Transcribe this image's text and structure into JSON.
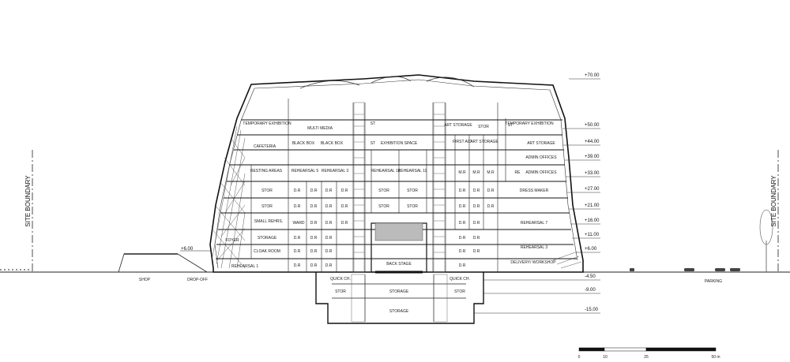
{
  "site_boundary": "SITE BOUNDARY",
  "levels": [
    "+70.00",
    "+50.00",
    "+44.00",
    "+39.00",
    "+33.00",
    "+27.00",
    "+21.00",
    "+16.00",
    "+11.00",
    "+6.00",
    "-4.50",
    "-9.00",
    "-15.00"
  ],
  "left_level": "+6.00",
  "ground_labels": {
    "shop": "SHOP",
    "dropoff": "DROP-OFF",
    "parking": "PARKING"
  },
  "rooms": {
    "temporary_exhibition_left": "TEMPORARY EXHIBITION",
    "multi_media": "MULTI MEDIA",
    "st_top_left": "ST",
    "art_storage_top": "ART STORAGE",
    "stor_top": "STOR",
    "st_top_right": "ST",
    "temporary_exhibition_right": "TEMPORARY EXHIBITION",
    "cafeteria": "CAFETERIA",
    "black_box_1": "BLACK BOX",
    "black_box_2": "BLACK BOX",
    "st_44": "ST",
    "exhibition_space": "EXHIBITION SPACE",
    "first_aid": "FIRST AID",
    "art_storage_44": "ART STORAGE",
    "art_storage_44b": "ART STORAGE",
    "admin_offices_39": "ADMIN OFFICES",
    "resting_areas": "RESTING AREAS",
    "rehearsal_5": "REHEARSAL 5",
    "rehearsal_3": "REHEARSAL 3",
    "rehearsal_12": "REHEARSAL 12",
    "rehearsal_11": "REHEARSAL 11",
    "mr_1": "M.R",
    "mr_2": "M.R",
    "mr_3": "M.R",
    "re": "RE",
    "admin_offices_33": "ADMIN OFFICES",
    "stor_27": "STOR",
    "stor_27_mid": "STOR",
    "stor_27_mid2": "STOR",
    "dress_maker": "DRESS MAKER",
    "stor_21": "STOR",
    "stor_21_mid": "STOR",
    "stor_21_mid2": "STOR",
    "small_rehearsal": "SMALL REHRS.",
    "ward": "WARD",
    "rehearsal_7": "REHEARSAL 7",
    "storage_11": "STORAGE",
    "rehearsal_3b": "REHEARSAL 3",
    "cloak_room": "CLOAK ROOM",
    "foyer": "FOYER",
    "back_stage": "BACK STAGE",
    "delivery_workshop": "DELIVERY/ WORKSHOP",
    "rehearsal_1": "REHEARSAL 1",
    "quick_ch_left": "QUICK CH.",
    "quick_ch_right": "QUICK CH.",
    "stor_b1": "STOR",
    "storage_b1": "STORAGE",
    "stor_b1_right": "STOR",
    "storage_b2": "STORAGE",
    "dr": "D.R",
    "dr2": "D.R"
  },
  "scale": {
    "ticks": [
      "0",
      "10",
      "25",
      "50 m"
    ]
  }
}
